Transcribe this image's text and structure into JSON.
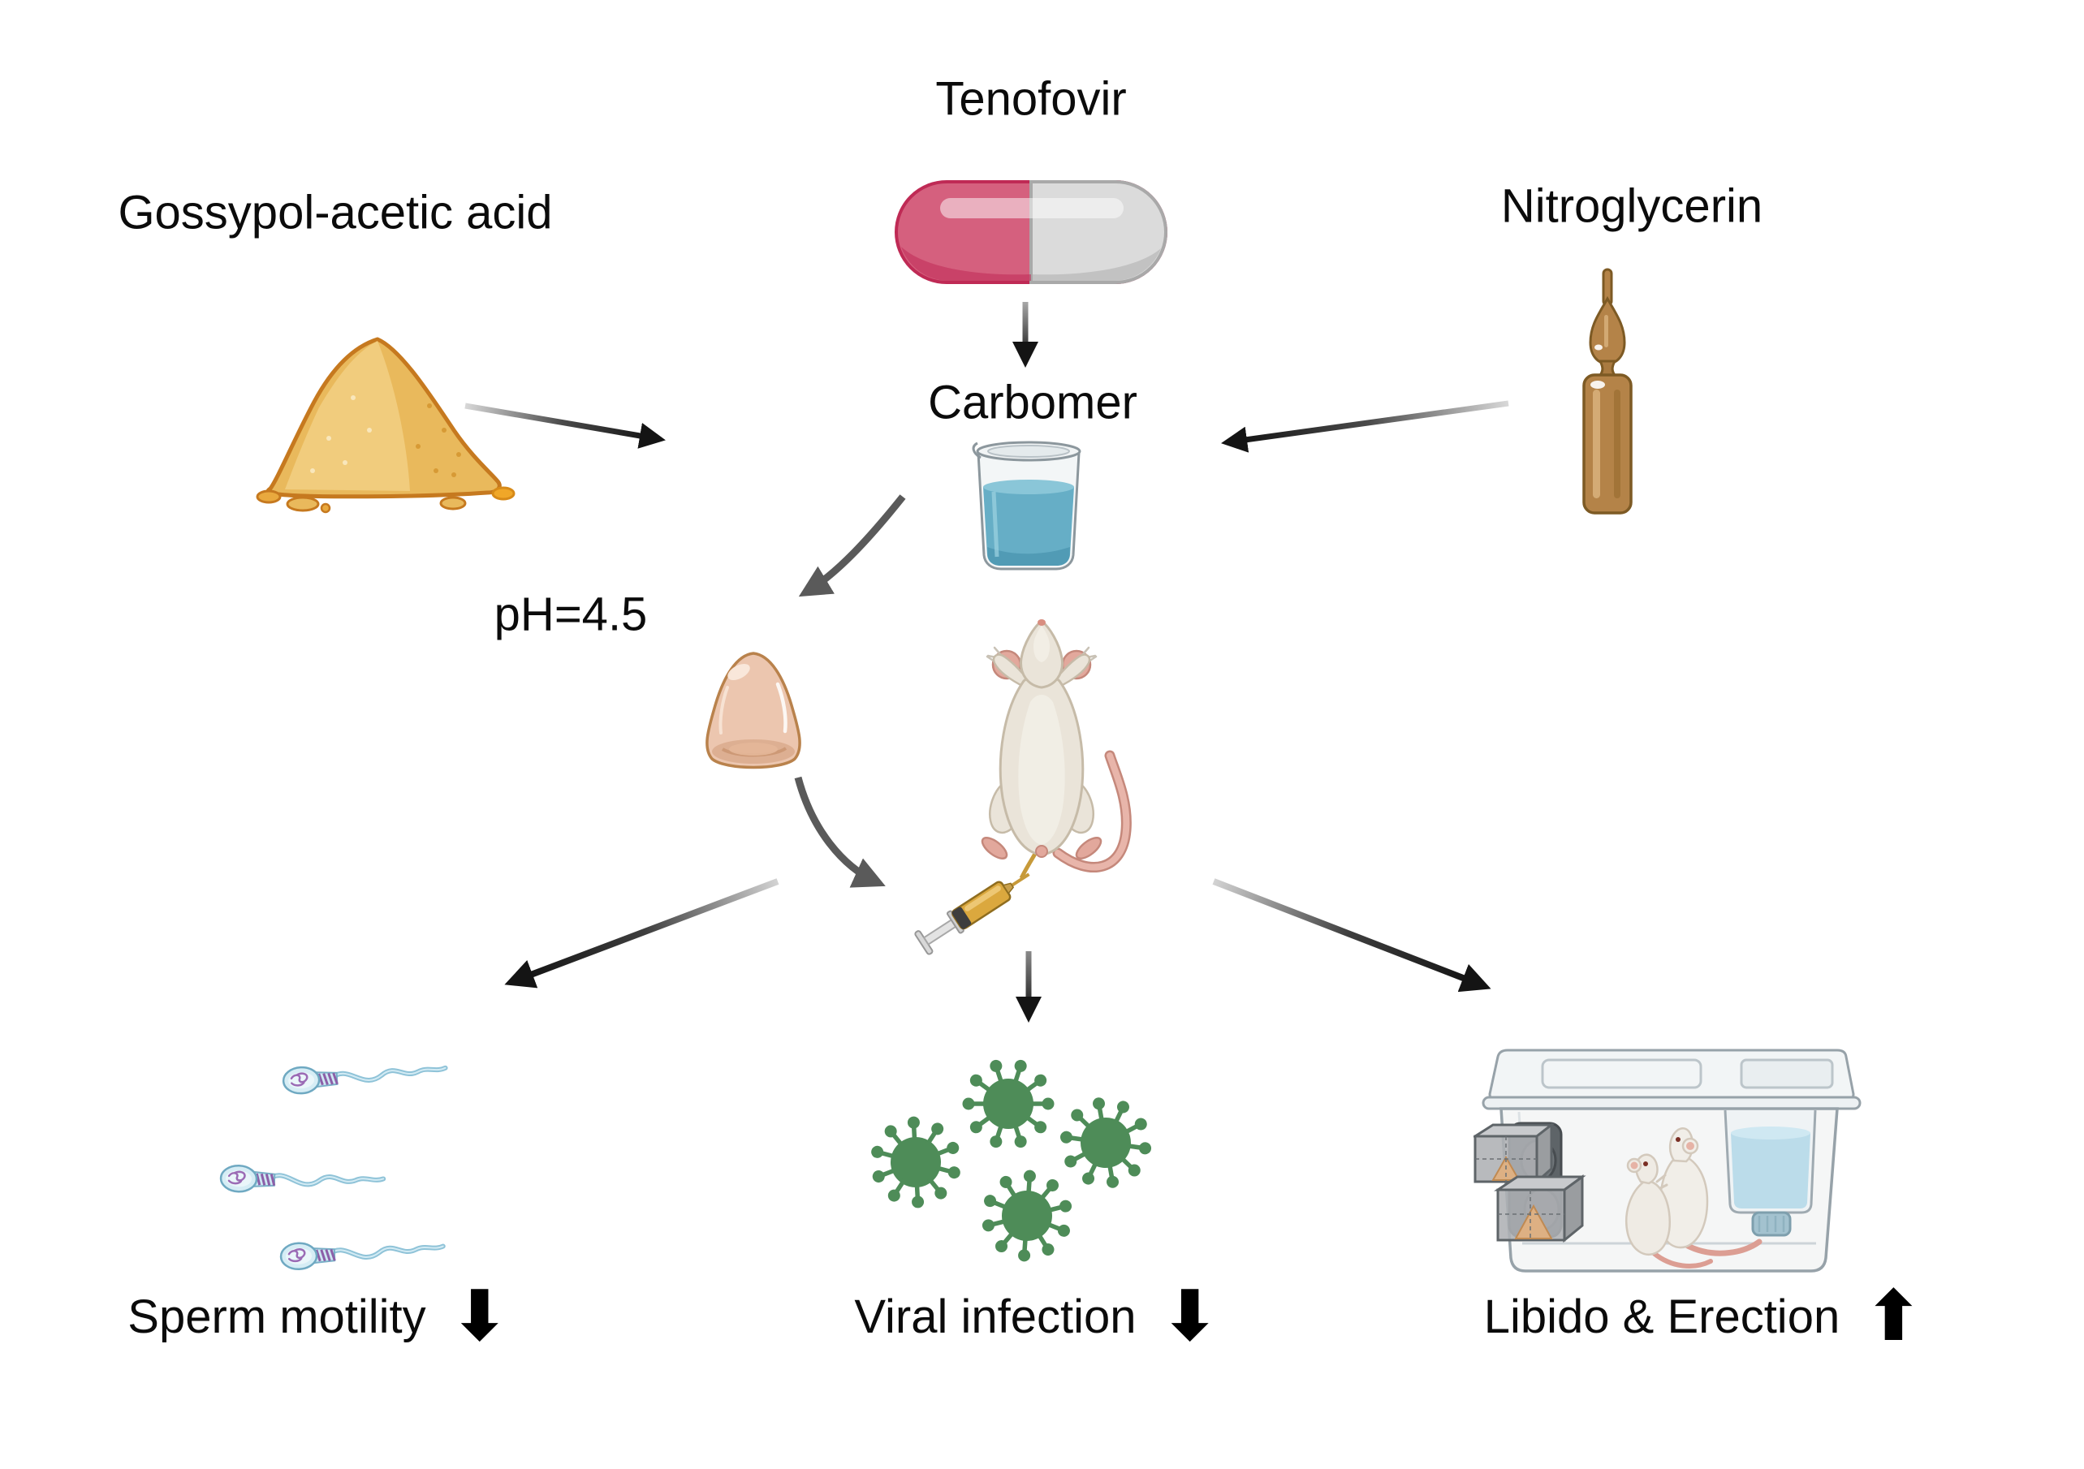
{
  "figure": {
    "background": "#FFFFFF",
    "inputs": {
      "tenofovir": {
        "label": "Tenofovir"
      },
      "gossypol": {
        "label": "Gossypol-acetic acid"
      },
      "nitroglycerin": {
        "label": "Nitroglycerin"
      }
    },
    "process": {
      "carbomer": {
        "label": "Carbomer"
      },
      "ph": {
        "label": "pH=4.5"
      }
    },
    "outcomes": [
      {
        "id": "sperm-motility",
        "label": "Sperm motility",
        "direction": "down",
        "arrow_glyph": "⬇"
      },
      {
        "id": "viral-infection",
        "label": "Viral infection",
        "direction": "down",
        "arrow_glyph": "⬇"
      },
      {
        "id": "libido-erection",
        "label": "Libido & Erection",
        "direction": "up",
        "arrow_glyph": "⬆"
      }
    ],
    "colors": {
      "capsule_pink": "#D5607E",
      "capsule_white": "#DBDBDB",
      "powder_yellow": "#EDBE62",
      "ampoule_brown": "#B48348",
      "beaker_liquid_blue": "#66AEC6",
      "gel_peach": "#ECC6AF",
      "virus_green": "#4E8C58",
      "sperm_blue": "#8FC3D8",
      "rat_body": "#EAE4D9",
      "mouse_white": "#F1EEE8",
      "syringe_gold": "#DBA83E",
      "arrow_dark": "#1A1A1A",
      "arrow_gray": "#5A5A5A"
    }
  }
}
